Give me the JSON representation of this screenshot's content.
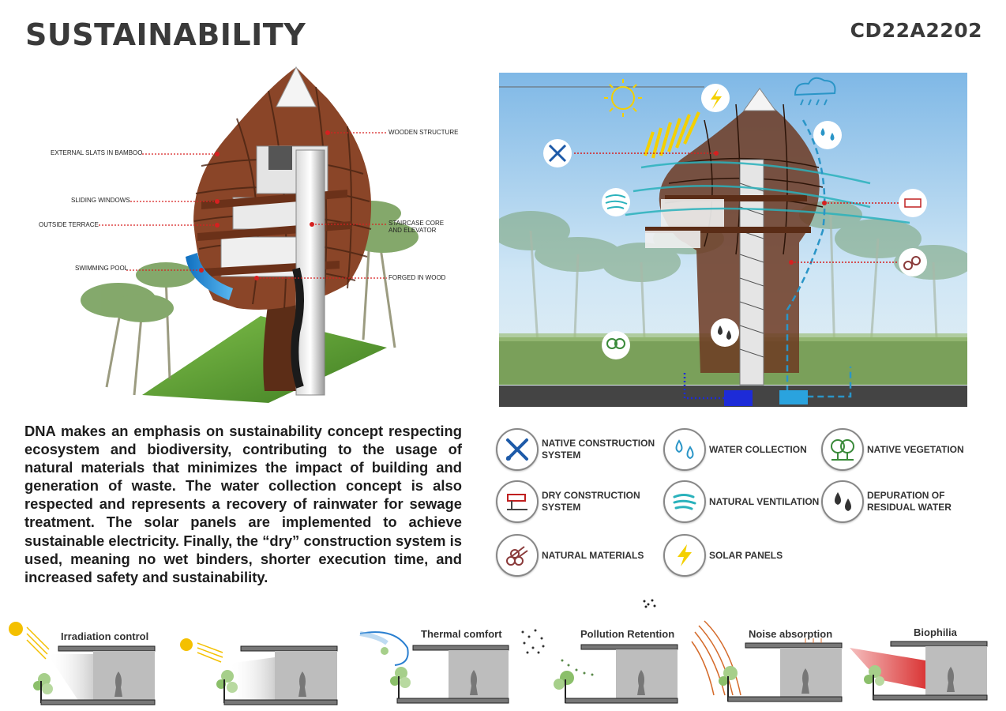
{
  "header": {
    "title": "SUSTAINABILITY",
    "code": "CD22A2202"
  },
  "axonometric": {
    "labels": {
      "external_slats": "EXTERNAL SLATS IN BAMBOO",
      "sliding_windows": "SLIDING WINDOWS",
      "outside_terrace": "OUTSIDE TERRACE",
      "swimming_pool": "SWIMMING POOL",
      "wooden_structure": "WOODEN STRUCTURE",
      "staircase_line1": "STAIRCASE CORE",
      "staircase_line2": "AND ELEVATOR",
      "forged_in_wood": "FORGED IN WOOD"
    }
  },
  "description": "DNA makes an emphasis on sustainability concept respecting ecosystem and biodiversity, contributing to the usage of natural materials that minimizes the impact of building and generation of waste. The water collection concept is also respected and represents a recovery of rainwater for sewage treatment. The solar panels are implemented to achieve sustainable electricity. Finally, the “dry” construction system is used, meaning no wet binders, shorter execution time, and increased safety and sustainability.",
  "legend": {
    "native_construction": {
      "line1": "NATIVE CONSTRUCTION",
      "line2": "SYSTEM",
      "icon": "tools-icon"
    },
    "water_collection": {
      "line1": "WATER COLLECTION",
      "icon": "water-drops-icon"
    },
    "native_vegetation": {
      "line1": "NATIVE VEGETATION",
      "icon": "trees-icon"
    },
    "dry_construction": {
      "line1": "DRY CONSTRUCTION",
      "line2": "SYSTEM",
      "icon": "sewing-machine-icon"
    },
    "natural_ventilation": {
      "line1": "NATURAL VENTILATION",
      "icon": "wind-icon"
    },
    "depuration": {
      "line1": "DEPURATION OF",
      "line2": "RESIDUAL WATER",
      "icon": "dark-drops-icon"
    },
    "natural_materials": {
      "line1": "NATURAL MATERIALS",
      "icon": "logs-icon"
    },
    "solar_panels": {
      "line1": "SOLAR PANELS",
      "icon": "lightning-icon"
    }
  },
  "strategies": {
    "irradiation": "Irradiation control",
    "thermal": "Thermal comfort",
    "pollution": "Pollution Retention",
    "noise": "Noise absorption",
    "biophilia": "Biophilia"
  },
  "colors": {
    "wood": "#7a3d22",
    "sky": "#a9d4ef",
    "grass": "#5f9e3a",
    "water_blue": "#1d8fd8",
    "dotted_red": "#d62020",
    "solar_yellow": "#f4d000",
    "room_gray": "#bdbdbd"
  }
}
